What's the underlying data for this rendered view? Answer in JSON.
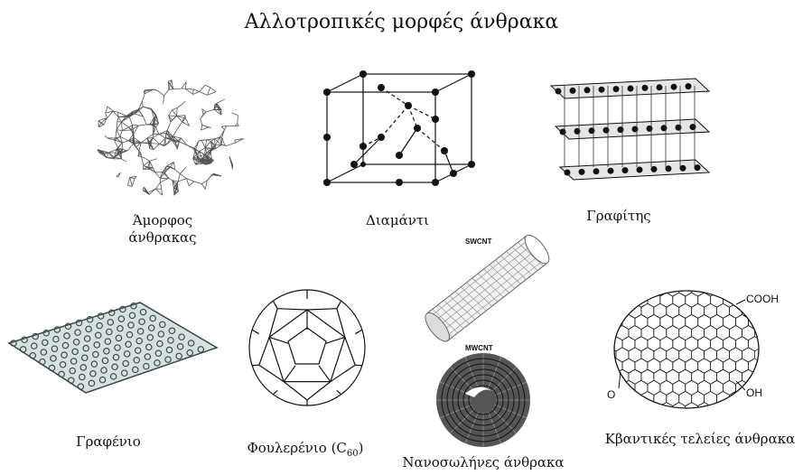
{
  "title": "Αλλοτροπικές μορφές άνθρακα",
  "captions": {
    "amorphous_line1": "Άμορφος",
    "amorphous_line2": "άνθρακας",
    "diamond": "Διαμάντι",
    "graphite": "Γραφίτης",
    "graphene": "Γραφένιο",
    "fullerene_prefix": "Φουλερένιο (C",
    "fullerene_sub": "60",
    "fullerene_suffix": ")",
    "nanotubes": "Νανοσωλήνες άνθρακα",
    "quantum_dots": "Κβαντικές τελείες άνθρακα"
  },
  "labels": {
    "swcnt": "SWCNT",
    "mwcnt": "MWCNT",
    "cooh": "COOH",
    "oh": "OH",
    "o": "O"
  }
}
